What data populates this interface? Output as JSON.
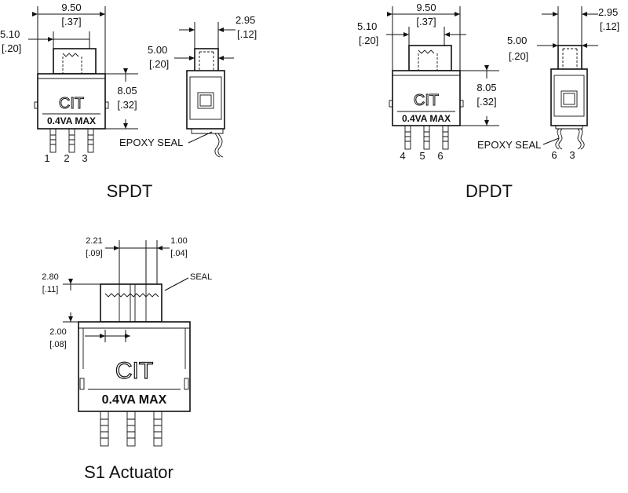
{
  "spdt": {
    "caption": "SPDT",
    "brand": "CIT",
    "rating": "0.4VA MAX",
    "width_mm": "9.50",
    "width_in": "[.37]",
    "actuator_travel_mm": "5.10",
    "actuator_travel_in": "[.20]",
    "height_mm": "8.05",
    "height_in": "[.32]",
    "side_width_mm": "5.00",
    "side_width_in": "[.20]",
    "actuator_width_mm": "2.95",
    "actuator_width_in": "[.12]",
    "seal_label": "EPOXY SEAL",
    "pins": [
      "1",
      "2",
      "3"
    ]
  },
  "dpdt": {
    "caption": "DPDT",
    "brand": "CIT",
    "rating": "0.4VA MAX",
    "width_mm": "9.50",
    "width_in": "[.37]",
    "actuator_travel_mm": "5.10",
    "actuator_travel_in": "[.20]",
    "height_mm": "8.05",
    "height_in": "[.32]",
    "side_width_mm": "5.00",
    "side_width_in": "[.20]",
    "actuator_width_mm": "2.95",
    "actuator_width_in": "[.12]",
    "seal_label": "EPOXY SEAL",
    "pins": [
      "4",
      "5",
      "6"
    ],
    "side_pins": [
      "6",
      "3"
    ]
  },
  "s1": {
    "caption": "S1 Actuator",
    "brand": "CIT",
    "rating": "0.4VA MAX",
    "actuator_mm": "2.21",
    "actuator_in": "[.09]",
    "seal_width_mm": "1.00",
    "seal_width_in": "[.04]",
    "actuator_height_mm": "2.80",
    "actuator_height_in": "[.11]",
    "pitch_mm": "2.00",
    "pitch_in": "[.08]",
    "seal_label": "SEAL"
  }
}
